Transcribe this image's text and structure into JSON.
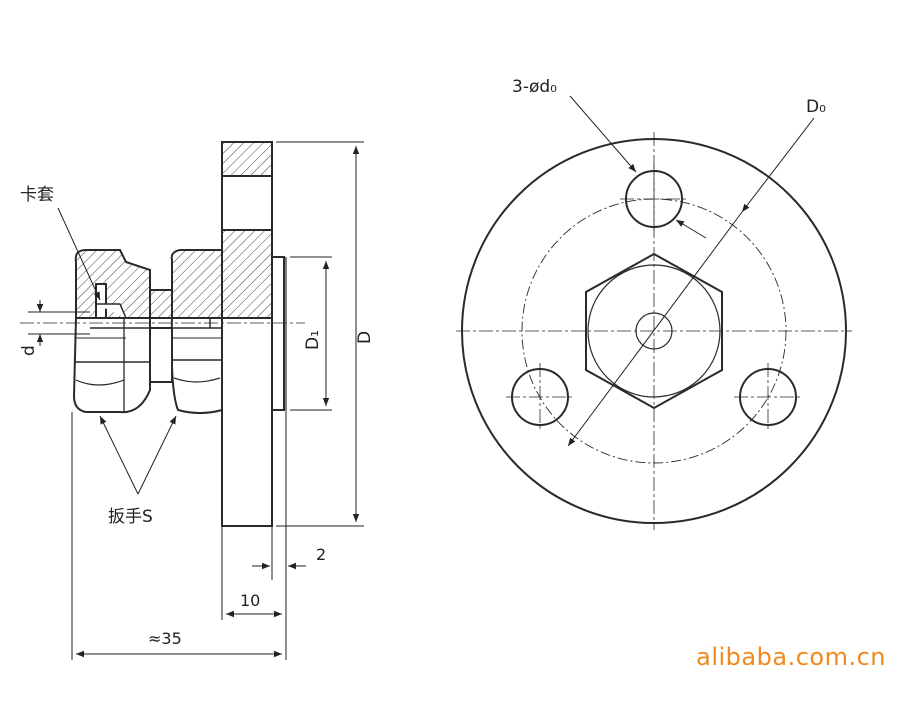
{
  "labels": {
    "ferrule": "卡套",
    "wrench": "扳手S",
    "d": "d",
    "D1": "D₁",
    "D": "D",
    "holes": "3-ød₀",
    "D0": "D₀",
    "dim_2": "2",
    "dim_10": "10",
    "dim_35": "≈35"
  },
  "watermark": "alibaba.com.cn",
  "colors": {
    "line": "#2a2a2a",
    "watermark": "#f08a1c"
  }
}
